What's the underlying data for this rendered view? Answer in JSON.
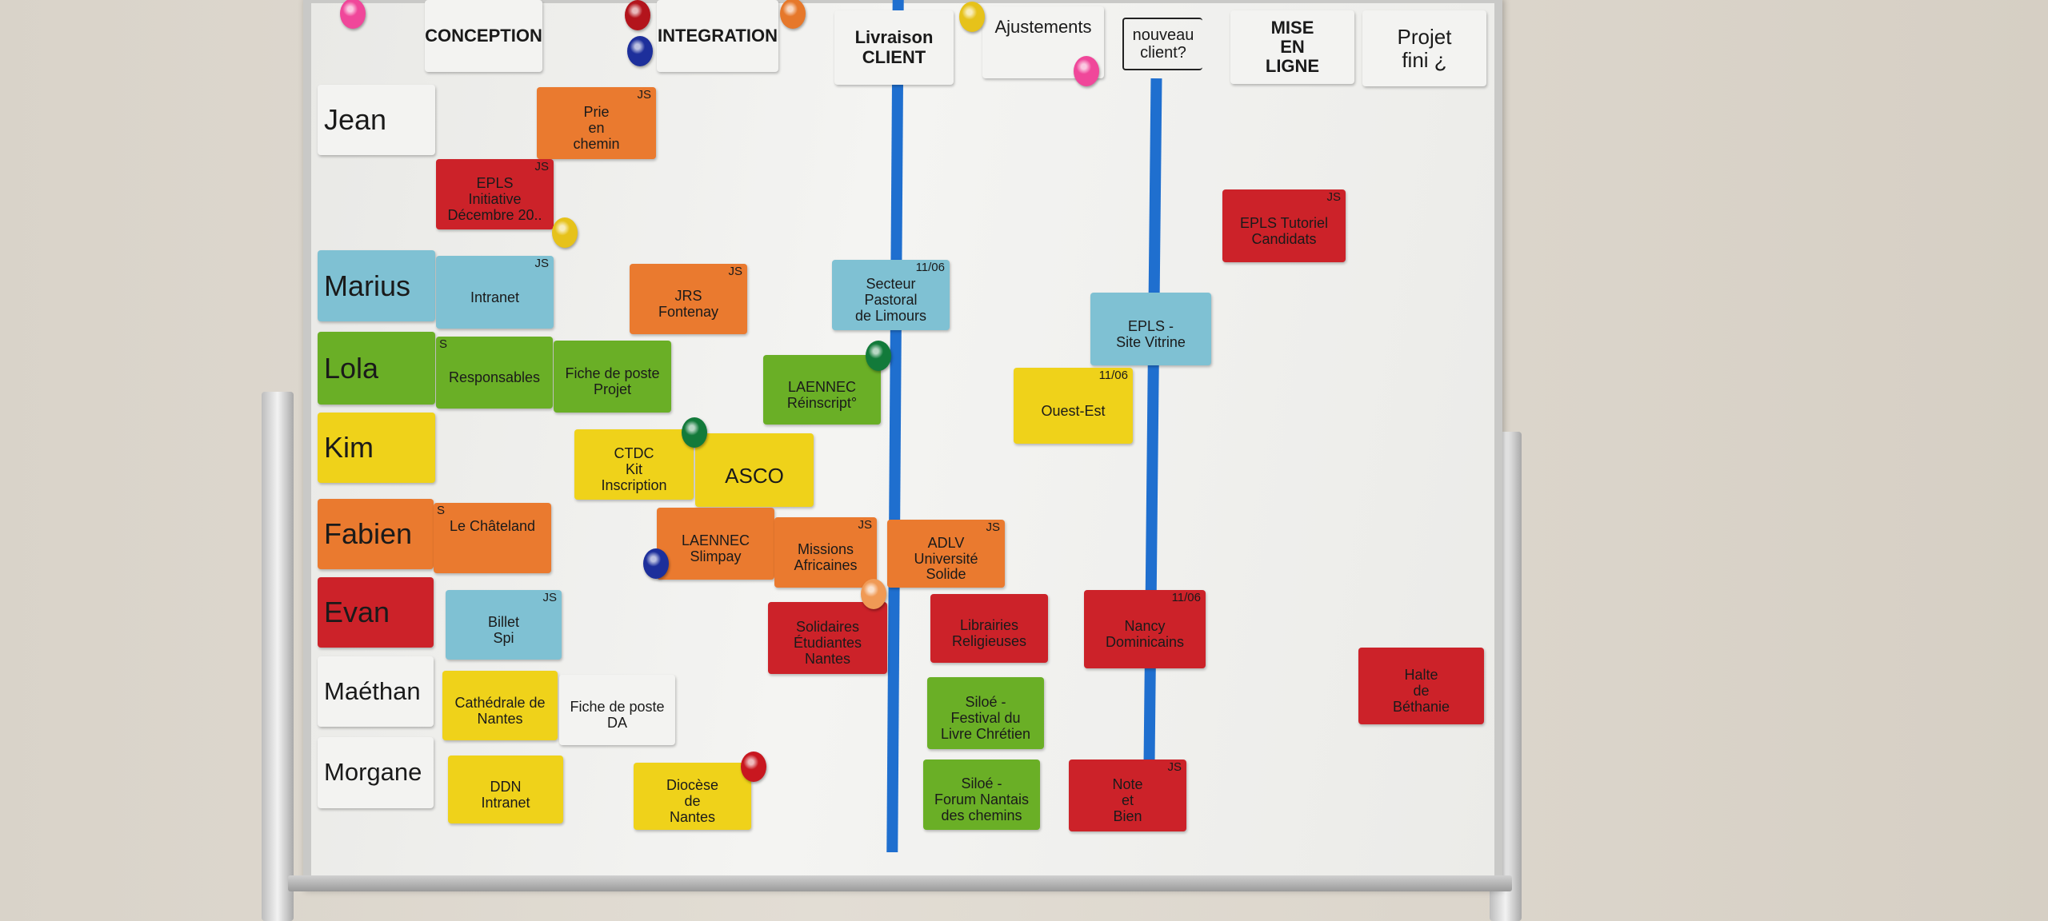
{
  "columns": [
    "CONCEPTION",
    "INTEGRATION",
    "Livraison\nCLIENT",
    "Ajustements",
    "nouveau\nclient?",
    "MISE\nEN\nLIGNE",
    "Projet\nfini ¿"
  ],
  "people": [
    "Jean",
    "Marius",
    "Lola",
    "Kim",
    "Fabien",
    "Evan",
    "Maéthan",
    "Morgane"
  ],
  "cards": [
    {
      "text": "Prie\nen\nchemin",
      "tag": "JS"
    },
    {
      "text": "EPLS\nInitiative\nDécembre 20..",
      "tag": "JS"
    },
    {
      "text": "EPLS Tutoriel\nCandidats",
      "tag": "JS"
    },
    {
      "text": "Intranet",
      "tag": "JS"
    },
    {
      "text": "JRS\nFontenay",
      "tag": "JS"
    },
    {
      "text": "Secteur\nPastoral\nde Limours",
      "tag": "11/06"
    },
    {
      "text": "EPLS -\nSite Vitrine",
      "tag": ""
    },
    {
      "text": "Responsables",
      "tag": "S"
    },
    {
      "text": "Fiche de poste\nProjet",
      "tag": ""
    },
    {
      "text": "LAENNEC\nRéinscript°",
      "tag": ""
    },
    {
      "text": "Ouest-Est",
      "tag": "11/06"
    },
    {
      "text": "CTDC\nKit\nInscription",
      "tag": ""
    },
    {
      "text": "ASCO",
      "tag": ""
    },
    {
      "text": "Le Châteland",
      "tag": "S"
    },
    {
      "text": "LAENNEC\nSlimpay",
      "tag": ""
    },
    {
      "text": "Missions\nAfricaines",
      "tag": "JS"
    },
    {
      "text": "ADLV\nUniversité\nSolide",
      "tag": "JS"
    },
    {
      "text": "Billet\nSpi",
      "tag": "JS"
    },
    {
      "text": "Solidaires\nÉtudiantes\nNantes",
      "tag": ""
    },
    {
      "text": "Librairies\nReligieuses",
      "tag": ""
    },
    {
      "text": "Nancy\nDominicains",
      "tag": "11/06"
    },
    {
      "text": "Halte\nde\nBéthanie",
      "tag": ""
    },
    {
      "text": "Cathédrale de\nNantes",
      "tag": ""
    },
    {
      "text": "Fiche de poste\nDA",
      "tag": ""
    },
    {
      "text": "Siloé -\nFestival du\nLivre Chrétien",
      "tag": ""
    },
    {
      "text": "DDN\nIntranet",
      "tag": ""
    },
    {
      "text": "Diocèse\nde\nNantes",
      "tag": ""
    },
    {
      "text": "Siloé -\nForum Nantais\ndes chemins",
      "tag": ""
    },
    {
      "text": "Note\net\nBien",
      "tag": "JS"
    }
  ],
  "colors": {
    "orange": "#ea7a2f",
    "red": "#cc2229",
    "blue": "#7fc1d3",
    "green": "#6aaf26",
    "yellow": "#efd21a",
    "tape": "#1f6fcf"
  }
}
